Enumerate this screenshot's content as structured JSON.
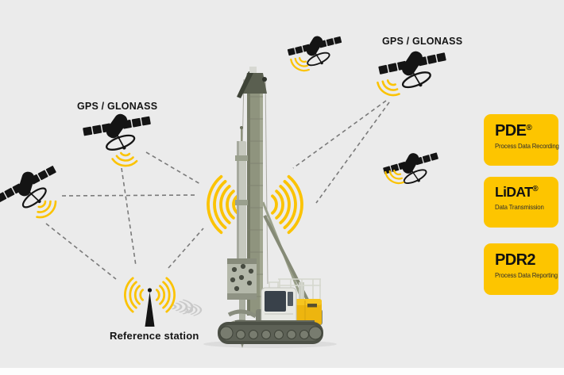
{
  "labels": {
    "satellite_left": "GPS / GLONASS",
    "satellite_right": "GPS / GLONASS",
    "reference_station": "Reference station"
  },
  "info_cards": [
    {
      "title": "PDE",
      "registered": "®",
      "subtitle": "Process Data Recording"
    },
    {
      "title": "LiDAT",
      "registered": "®",
      "subtitle": "Data Transmission"
    },
    {
      "title": "PDR2",
      "registered": "",
      "subtitle": "Process Data Reporting"
    }
  ],
  "colors": {
    "background": "#ebebeb",
    "card_yellow": "#fdc500",
    "signal_yellow": "#fbc303",
    "satellite_black": "#141414",
    "dashed_link_gray": "#7a7a7a",
    "ground_signal_gray": "#c9c9c9"
  },
  "icons": [
    "satellite-icon",
    "signal-arcs-icon",
    "reference-station-antenna-icon",
    "drilling-rig-illustration"
  ]
}
